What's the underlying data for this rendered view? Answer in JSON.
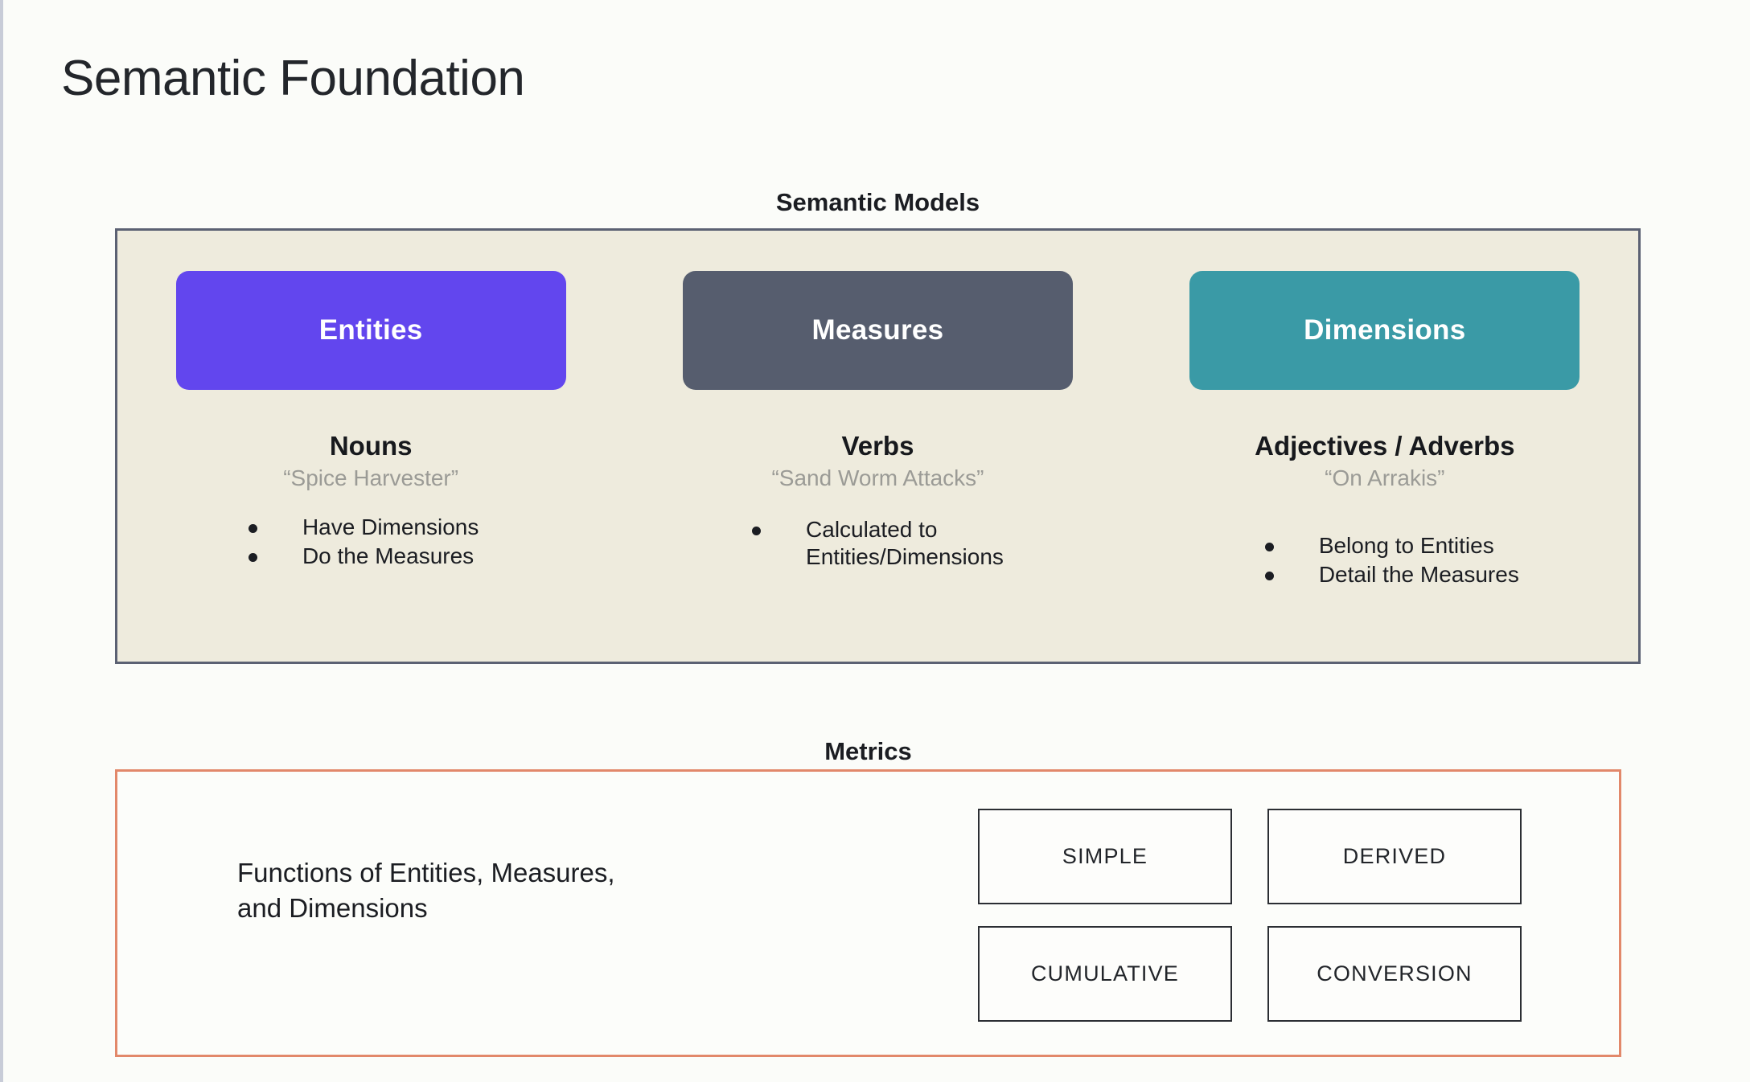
{
  "slide": {
    "title": "Semantic Foundation",
    "background_color": "#fbfcf9"
  },
  "semantic_models": {
    "heading": "Semantic Models",
    "panel_background": "#eeebdd",
    "panel_border_color": "#5b6173",
    "columns": [
      {
        "chip_label": "Entities",
        "chip_color": "#6246ee",
        "part_of_speech": "Nouns",
        "example": "“Spice Harvester”",
        "bullets": [
          "Have Dimensions",
          "Do the Measures"
        ]
      },
      {
        "chip_label": "Measures",
        "chip_color": "#565d6e",
        "part_of_speech": "Verbs",
        "example": "“Sand Worm Attacks”",
        "bullets": [
          "Calculated to\nEntities/Dimensions"
        ]
      },
      {
        "chip_label": "Dimensions",
        "chip_color": "#3a9aa6",
        "part_of_speech": "Adjectives / Adverbs",
        "example": "“On Arrakis”",
        "bullets": [
          "Belong to Entities",
          "Detail the Measures"
        ]
      }
    ]
  },
  "metrics": {
    "heading": "Metrics",
    "panel_border_color": "#e2886a",
    "description": "Functions of Entities, Measures,\nand Dimensions",
    "types": [
      "SIMPLE",
      "DERIVED",
      "CUMULATIVE",
      "CONVERSION"
    ]
  }
}
